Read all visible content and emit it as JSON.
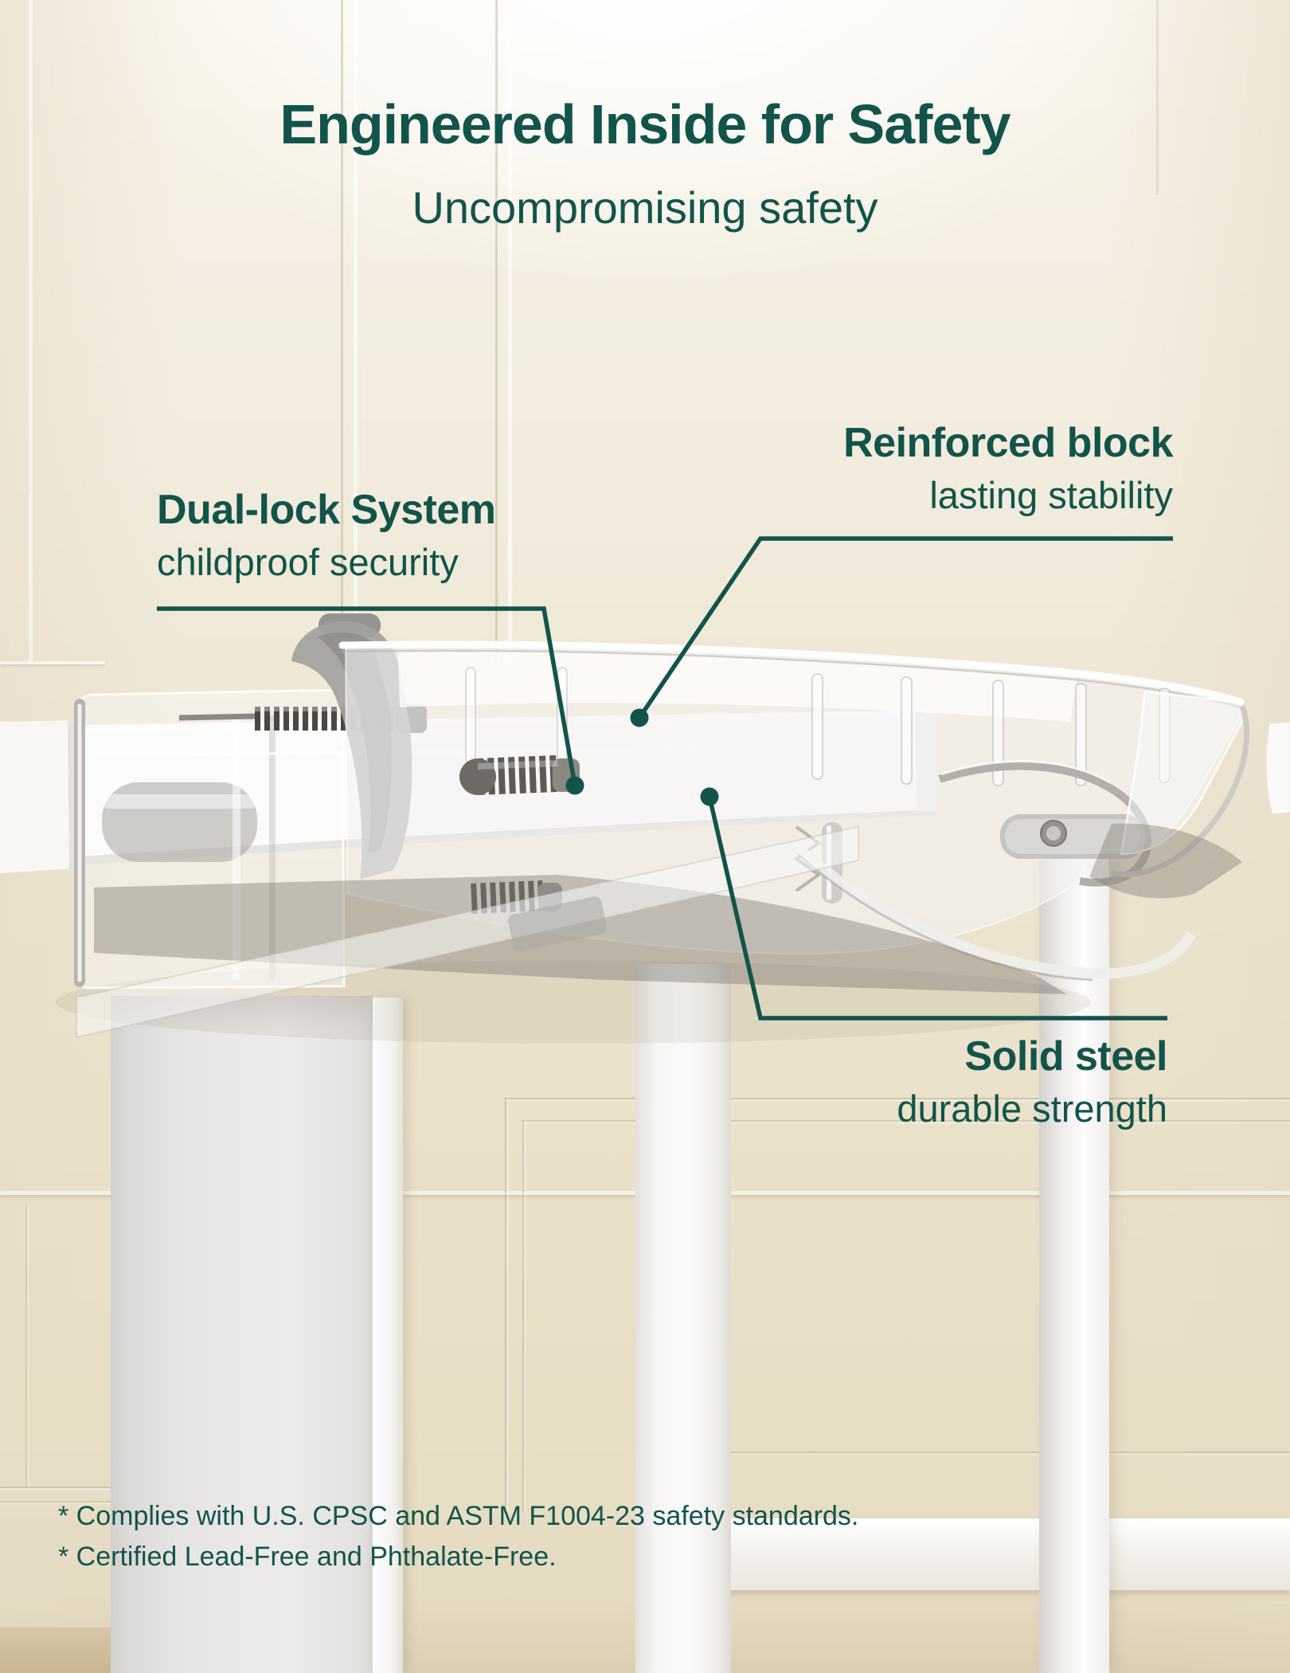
{
  "page": {
    "title": "Engineered Inside for Safety",
    "subtitle": "Uncompromising safety"
  },
  "callouts": [
    {
      "id": "dual-lock",
      "label": "Dual-lock System",
      "sublabel": "childproof security"
    },
    {
      "id": "reinforced-block",
      "label": "Reinforced block",
      "sublabel": "lasting stability"
    },
    {
      "id": "solid-steel",
      "label": "Solid steel",
      "sublabel": "durable strength"
    }
  ],
  "footnotes": [
    "* Complies with U.S. CPSC and ASTM F1004-23 safety standards.",
    "* Certified Lead-Free and Phthalate-Free."
  ],
  "colors": {
    "accent": "#12544A",
    "wall": "#ECE4D0",
    "gate_white": "#FCFBF9"
  }
}
